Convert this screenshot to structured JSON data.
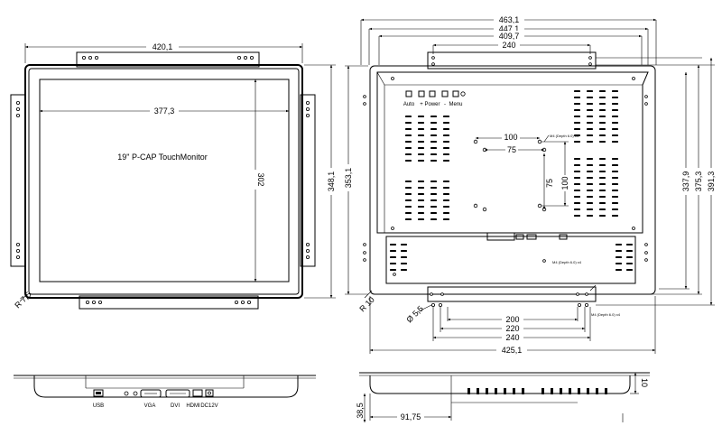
{
  "front_view": {
    "title": "19\" P-CAP TouchMonitor",
    "dim_width": "420,1",
    "dim_active_width": "377,3",
    "dim_active_height": "302",
    "dim_height": "348,1",
    "radius": "R 7,5"
  },
  "rear_view": {
    "dim_463": "463,1",
    "dim_447": "447,1",
    "dim_409": "409,7",
    "dim_240_top": "240",
    "dim_100_h": "100",
    "dim_75_h": "75",
    "dim_75_v": "75",
    "dim_100_v": "100",
    "dim_353": "353,1",
    "dim_337": "337,9",
    "dim_375": "375,3",
    "dim_391": "391,3",
    "radius": "R 10",
    "hole_dia": "Ø 5,5",
    "dim_200": "200",
    "dim_220": "220",
    "dim_240_bottom": "240",
    "dim_425": "425,1",
    "buttons": [
      "Auto",
      "+",
      "Power",
      "-",
      "Menu"
    ],
    "tiny_note_1": "M4 (Depth 6.0) x4",
    "tiny_note_2": "M4 (Depth 6.0) x4",
    "tiny_note_3": "M4 (Depth 6.0) x4"
  },
  "bottom_view": {
    "ports": [
      "USB",
      "VGA",
      "DVI",
      "HDMI",
      "DC12V"
    ]
  },
  "side_view": {
    "dim_91": "91,75",
    "dim_38": "38,5",
    "dim_10": "10"
  }
}
